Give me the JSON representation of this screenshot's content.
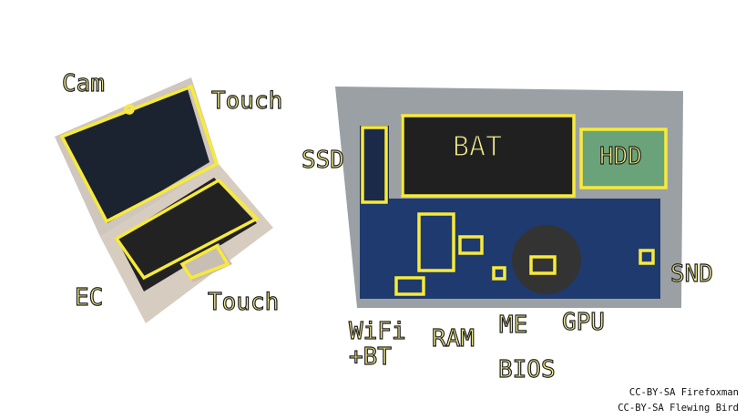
{
  "colors": {
    "highlight": "#f7ea3a",
    "label": "#f6ef8a"
  },
  "labels": {
    "cam": "Cam",
    "touch_screen": "Touch",
    "ec": "EC",
    "touch_pad": "Touch",
    "ssd": "SSD",
    "bat": "BAT",
    "hdd": "HDD",
    "snd": "SND",
    "wifi_line1": "WiFi",
    "wifi_line2": "+BT",
    "ram": "RAM",
    "me": "ME",
    "bios": "BIOS",
    "gpu": "GPU"
  },
  "credits": [
    "CC-BY-SA Firefoxman",
    "CC-BY-SA Flewing Bird"
  ]
}
